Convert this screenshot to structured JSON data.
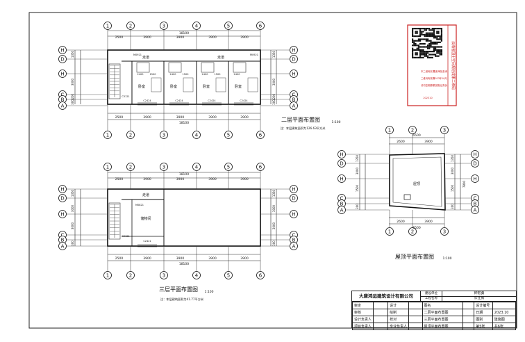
{
  "drawing": {
    "plan2": {
      "title": "二层平面布置图",
      "scale": "1:100",
      "note": "注：本层建筑面积为126.63平方米",
      "axes_top": [
        "1",
        "2",
        "3",
        "4",
        "5",
        "6"
      ],
      "axes_side": [
        "H",
        "D",
        "H",
        "C",
        "B",
        "A"
      ],
      "dims_top": [
        "2500",
        "3900",
        "3900",
        "3900",
        "3900"
      ],
      "total_dim": "18100",
      "rooms": [
        "卧室",
        "卧室",
        "卧室",
        "卧室"
      ],
      "corridor": [
        "走道",
        "走道"
      ],
      "labels": {
        "m0921a": "M0921",
        "m0921b": "M0921",
        "c2424a": "C2424",
        "c2424b": "C2424",
        "c2424c": "C2424",
        "c2424d": "C2424",
        "c3121": "C3121"
      },
      "inner_dims": [
        "2400",
        "1500",
        "2400",
        "1500",
        "2400",
        "1500",
        "2400"
      ],
      "side_dims": [
        "1350",
        "3000",
        "1200",
        "300"
      ]
    },
    "plan3": {
      "title": "三层平面布置图",
      "scale": "1:100",
      "note": "注：本层建筑面积为41.77平方米",
      "room": "储物间",
      "corridor": "走道",
      "labels": {
        "m0821": "M0821",
        "c2421": "C2421",
        "c3121": "C3121"
      },
      "dims_top": [
        "2500",
        "3900",
        "3900",
        "3900",
        "3900"
      ],
      "total_dim": "18100",
      "side_dims": [
        "1350",
        "3000",
        "3000",
        "300"
      ]
    },
    "roof": {
      "title": "屋顶平面布置图",
      "scale": "1:100",
      "room": "屋顶",
      "axes_top": [
        "1",
        "2",
        "3"
      ],
      "dims_top": [
        "2600",
        "3900"
      ],
      "total_dim": "6500",
      "side_dims": [
        "1350",
        "3000",
        "1500",
        "300"
      ],
      "total_side": "7800"
    }
  },
  "stamp": {
    "vertical_text": "云南省国土空间规划成果二维码",
    "lines": [
      "本二维码仅供",
      "规划审批查询",
      "二维码有效期",
      "2023年10月",
      "请勿复制翻印",
      "扫描验证真伪"
    ],
    "code": "202310"
  },
  "title_block": {
    "company": "大唐鸿运建筑设计有限公司",
    "row1": {
      "k1": "建设单位",
      "v1": "钟宏勇",
      "k2": "工程名称",
      "v2": "农住房"
    },
    "rows": [
      [
        "审定",
        "",
        "设计",
        "",
        "图名",
        "",
        "设计编号",
        ""
      ],
      [
        "审核",
        "",
        "绘制",
        "",
        "二层平面布置图",
        "",
        "日期",
        "2023.10"
      ],
      [
        "设计负责人",
        "",
        "校对",
        "",
        "三层平面布置图",
        "",
        "图别",
        "建施图"
      ],
      [
        "项目负责人",
        "",
        "专业负责人",
        "",
        "屋顶平面布置图",
        "",
        "第5张",
        "共6张"
      ]
    ]
  }
}
